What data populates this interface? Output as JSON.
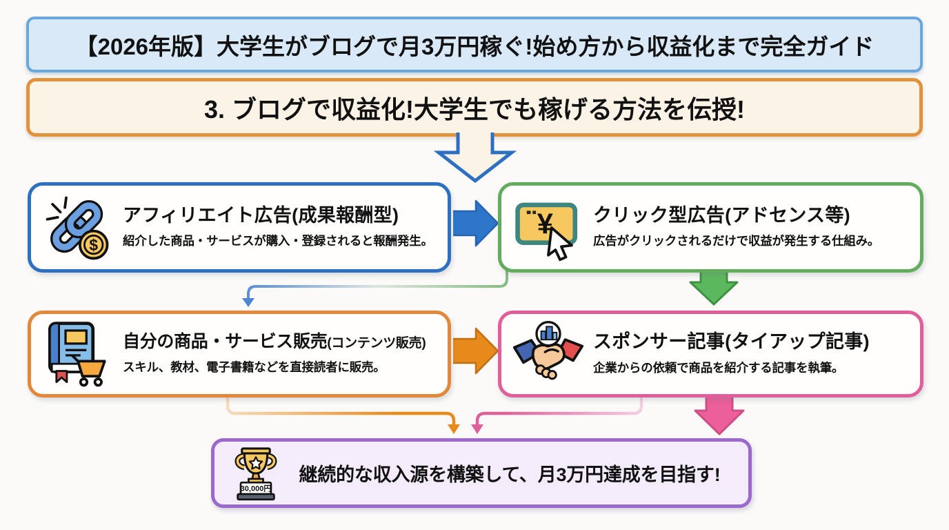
{
  "page": {
    "background": "#fbfaf8"
  },
  "header": {
    "title": "【2026年版】大学生がブログで月3万円稼ぐ!始め方から収益化まで完全ガイド",
    "border_color": "#6aa7dc",
    "fill_color": "#d9e9f8"
  },
  "section": {
    "title": "3. ブログで収益化!大学生でも稼げる方法を伝授!",
    "border_color": "#e2923c",
    "fill_color": "#faf3e6"
  },
  "cards": [
    {
      "title": "アフィリエイト広告",
      "title_paren": "(成果報酬型)",
      "desc": "紹介した商品・サービスが購入・登録されると報酬発生。",
      "icon": "chain-link-coin-icon",
      "icon_symbol": "$",
      "border_color": "#2d6fc0"
    },
    {
      "title": "クリック型広告",
      "title_paren": "(アドセンス等)",
      "desc": "広告がクリックされるだけで収益が発生する仕組み。",
      "icon": "ad-click-icon",
      "icon_symbol": "¥",
      "border_color": "#63ac5e"
    },
    {
      "title": "自分の商品・サービス販売",
      "title_paren": "(コンテンツ販売)",
      "desc": "スキル、教材、電子書籍などを直接読者に販売。",
      "icon": "book-cart-icon",
      "border_color": "#e2883b"
    },
    {
      "title": "スポンサー記事",
      "title_paren": "(タイアップ記事)",
      "desc": "企業からの依頼で商品を紹介する記事を執筆。",
      "icon": "handshake-icon",
      "border_color": "#e05e9a"
    }
  ],
  "goal": {
    "text": "継続的な収入源を構築して、月3万円達成を目指す!",
    "trophy_label": "30,000円",
    "border_color": "#9b68cc",
    "fill_color": "#f4ecfa"
  },
  "arrow_colors": {
    "main_down": "#2d6fc0",
    "blue_right": "#2e76c9",
    "green_down": "#5cb85c",
    "orange_right": "#e8891c",
    "pink_down": "#ec5f9b"
  }
}
